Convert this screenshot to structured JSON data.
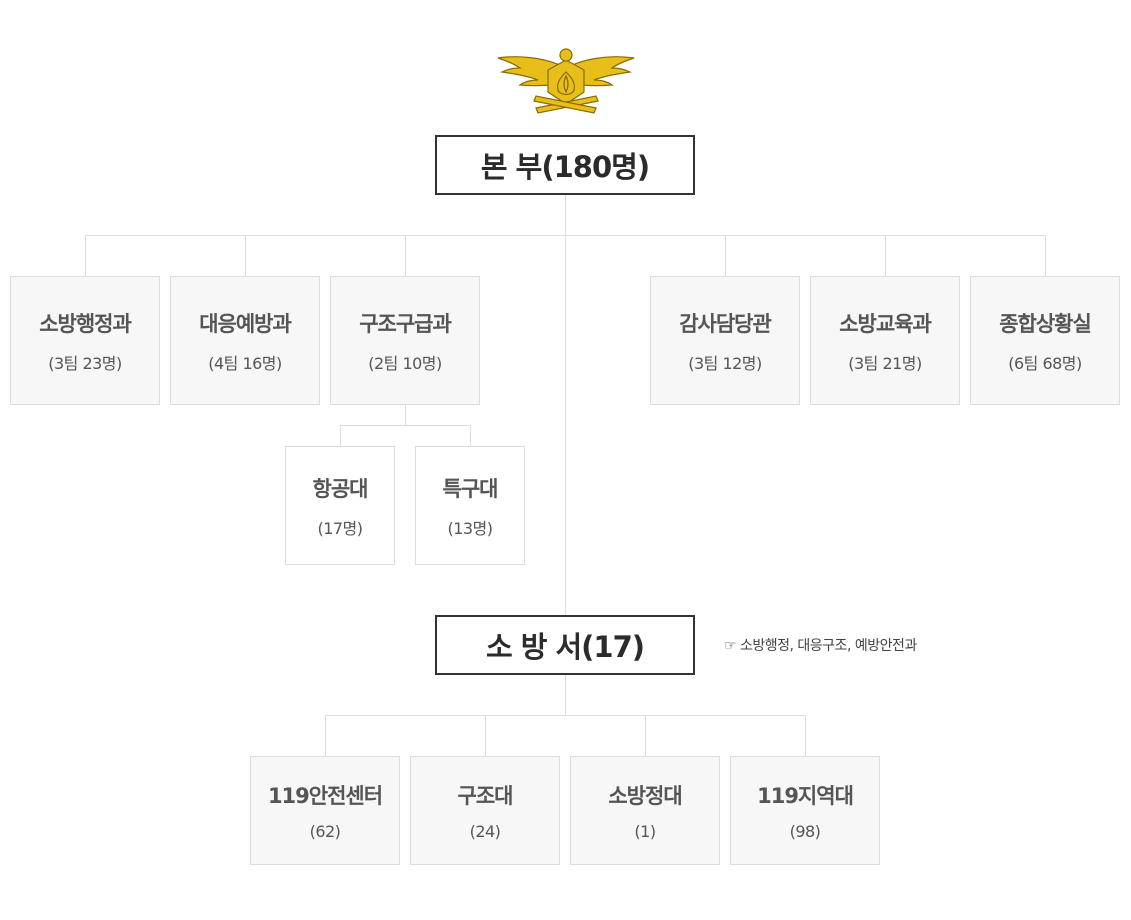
{
  "headquarters": {
    "label": "본 부(180명)"
  },
  "hq_departments": [
    {
      "name": "소방행정과",
      "count": "(3팀 23명)"
    },
    {
      "name": "대응예방과",
      "count": "(4팀 16명)"
    },
    {
      "name": "구조구급과",
      "count": "(2팀 10명)"
    },
    {
      "name": "감사담당관",
      "count": "(3팀 12명)"
    },
    {
      "name": "소방교육과",
      "count": "(3팀 21명)"
    },
    {
      "name": "종합상황실",
      "count": "(6팀 68명)"
    }
  ],
  "rescue_sub_units": [
    {
      "name": "항공대",
      "count": "(17명)"
    },
    {
      "name": "특구대",
      "count": "(13명)"
    }
  ],
  "fire_stations": {
    "label": "소 방 서(17)",
    "note": "☞ 소방행정, 대응구조, 예방안전과"
  },
  "station_units": [
    {
      "name": "119안전센터",
      "count": "(62)"
    },
    {
      "name": "구조대",
      "count": "(24)"
    },
    {
      "name": "소방정대",
      "count": "(1)"
    },
    {
      "name": "119지역대",
      "count": "(98)"
    }
  ],
  "colors": {
    "emblem_gold": "#e8bf1a",
    "emblem_outline": "#8a6a00",
    "border": "#333333",
    "connector": "#dddddd",
    "box_fill": "#f7f7f7"
  },
  "icons": {
    "emblem": "fire-service-eagle-emblem-icon"
  }
}
